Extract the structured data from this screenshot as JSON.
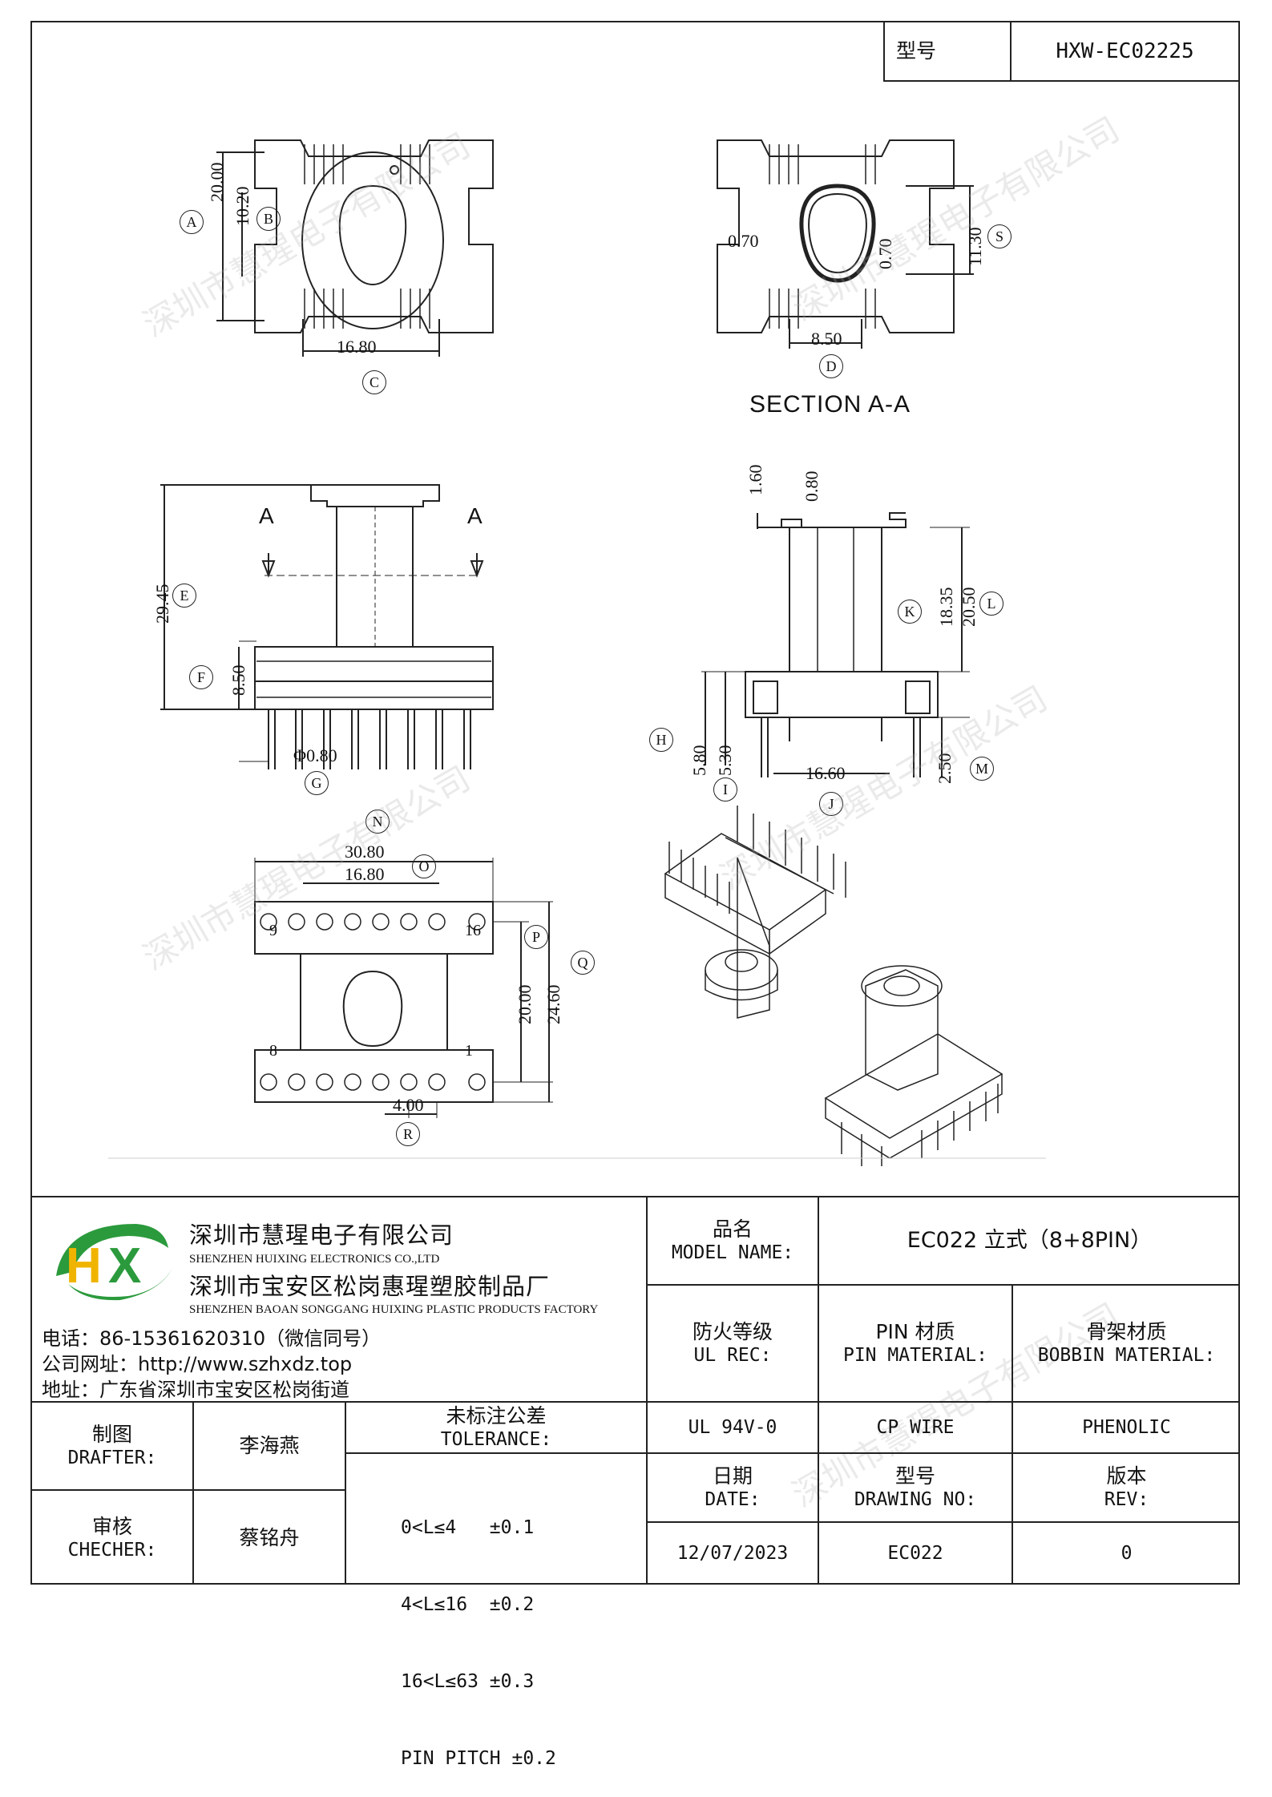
{
  "header": {
    "model_label": "型号",
    "model_value": "HXW-EC02225"
  },
  "drawing": {
    "dims_top_left": {
      "A_val": "20.00",
      "B_val": "10.20",
      "C_val": "16.80",
      "A": "A",
      "B": "B",
      "C": "C"
    },
    "dims_top_right": {
      "wall1": "0.70",
      "wall2": "0.70",
      "S_val": "11.30",
      "D_val": "8.50",
      "S": "S",
      "D": "D",
      "section": "SECTION A-A"
    },
    "dims_mid_left": {
      "E_val": "29.45",
      "F_val": "8.50",
      "G_val": "Φ0.80",
      "E": "E",
      "F": "F",
      "G": "G",
      "cut_a1": "A",
      "cut_a2": "A"
    },
    "dims_mid_right": {
      "v1": "1.60",
      "v2": "0.80",
      "K_val": "18.35",
      "L_val": "20.50",
      "H_val": "5.80",
      "I_val": "5.30",
      "J_val": "16.60",
      "M_val": "2.50",
      "K": "K",
      "L": "L",
      "H": "H",
      "I": "I",
      "J": "J",
      "M": "M"
    },
    "dims_bottom_left": {
      "N_val": "30.80",
      "O_val": "16.80",
      "P_val": "20.00",
      "Q_val": "24.60",
      "R_val": "4.00",
      "N": "N",
      "O": "O",
      "P": "P",
      "Q": "Q",
      "R": "R",
      "pin9": "9",
      "pin16": "16",
      "pin8": "8",
      "pin1": "1"
    }
  },
  "watermark": "深圳市慧瑆电子有限公司",
  "company": {
    "name_cn": "深圳市慧瑆电子有限公司",
    "name_en": "SHENZHEN HUIXING ELECTRONICS CO.,LTD",
    "factory_cn": "深圳市宝安区松岗惠瑆塑胶制品厂",
    "factory_en": "SHENZHEN BAOAN SONGGANG HUIXING PLASTIC PRODUCTS FACTORY",
    "phone": "电话：86-15361620310（微信同号）",
    "website": "公司网址：http://www.szhxdz.top",
    "address": "地址：广东省深圳市宝安区松岗街道",
    "logo_text": "HX"
  },
  "title_block": {
    "model_name_cn": "品名",
    "model_name_en": "MODEL NAME:",
    "model_name_value": "EC022 立式（8+8PIN）",
    "ul_cn": "防火等级",
    "ul_en": "UL REC:",
    "ul_value": "UL 94V-0",
    "pin_mat_cn": "PIN 材质",
    "pin_mat_en": "PIN MATERIAL:",
    "pin_mat_value": "CP WIRE",
    "bobbin_cn": "骨架材质",
    "bobbin_en": "BOBBIN MATERIAL:",
    "bobbin_value": "PHENOLIC",
    "drafter_cn": "制图",
    "drafter_en": "DRAFTER:",
    "drafter_value": "李海燕",
    "checker_cn": "审核",
    "checker_en": "CHECHER:",
    "checker_value": "蔡铭舟",
    "tol_cn": "未标注公差",
    "tol_en": "TOLERANCE:",
    "tol_1": "0<L≤4   ±0.1",
    "tol_2": "4<L≤16  ±0.2",
    "tol_3": "16<L≤63 ±0.3",
    "tol_4": "PIN PITCH ±0.2",
    "date_cn": "日期",
    "date_en": "DATE:",
    "date_value": "12/07/2023",
    "dwg_cn": "型号",
    "dwg_en": "DRAWING NO:",
    "dwg_value": "EC022",
    "rev_cn": "版本",
    "rev_en": "REV:",
    "rev_value": "0"
  }
}
